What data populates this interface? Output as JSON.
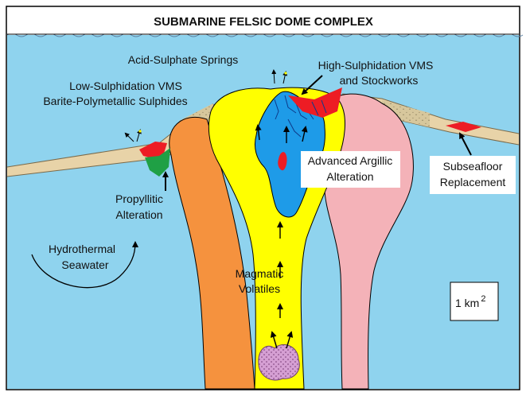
{
  "title": "SUBMARINE FELSIC DOME COMPLEX",
  "labels": {
    "acid_sulphate_springs": "Acid-Sulphate Springs",
    "high_sulphidation_1": "High-Sulphidation VMS",
    "high_sulphidation_2": "and Stockworks",
    "low_sulphidation_1": "Low-Sulphidation VMS",
    "low_sulphidation_2": "Barite-Polymetallic Sulphides",
    "advanced_argillic_1": "Advanced Argillic",
    "advanced_argillic_2": "Alteration",
    "subseafloor_1": "Subseafloor",
    "subseafloor_2": "Replacement",
    "propyllitic_1": "Propyllitic",
    "propyllitic_2": "Alteration",
    "hydrothermal_1": "Hydrothermal",
    "hydrothermal_2": "Seawater",
    "magmatic_1": "Magmatic",
    "magmatic_2": "Volatiles",
    "scale_value": "1 km",
    "scale_exp": "2"
  },
  "colors": {
    "seawater": "#8fd3ee",
    "yellow_dome": "#ffff00",
    "orange_dome": "#f5923e",
    "pink_dome": "#f4b2b8",
    "argillic_blue": "#1e9be8",
    "ore_red": "#ed1c24",
    "propyllitic_green": "#1fa045",
    "sediment_tan": "#e8d3a8",
    "magma_purple": "#d59fd3"
  }
}
